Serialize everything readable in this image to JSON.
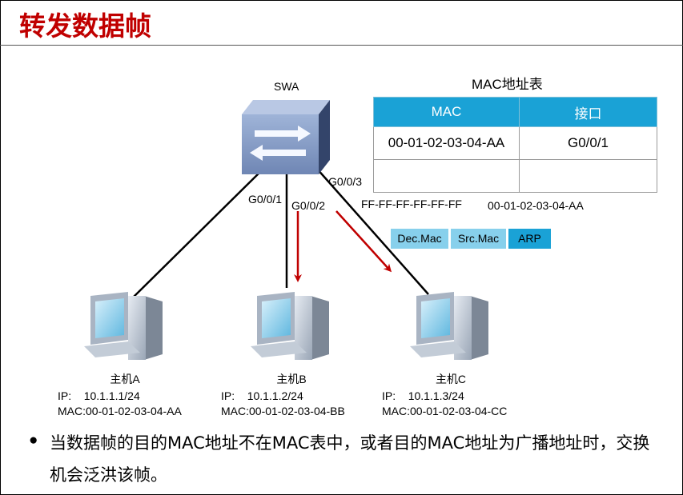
{
  "title": "转发数据帧",
  "switch": {
    "name": "SWA",
    "ports": [
      "G0/0/1",
      "G0/0/2",
      "G0/0/3"
    ]
  },
  "mac_table": {
    "title": "MAC地址表",
    "headers": [
      "MAC",
      "接口"
    ],
    "rows": [
      [
        "00-01-02-03-04-AA",
        "G0/0/1"
      ],
      [
        "",
        ""
      ]
    ]
  },
  "frame": {
    "dst_mac": "FF-FF-FF-FF-FF-FF",
    "src_mac": "00-01-02-03-04-AA",
    "fields": [
      {
        "label": "Dec.Mac",
        "color": "#87d0ec"
      },
      {
        "label": "Src.Mac",
        "color": "#87d0ec"
      },
      {
        "label": "ARP",
        "color": "#1aa2d6"
      }
    ]
  },
  "hosts": [
    {
      "name": "主机A",
      "ip_label": "IP:",
      "ip": "10.1.1.1/24",
      "mac_label": "MAC:",
      "mac": "00-01-02-03-04-AA"
    },
    {
      "name": "主机B",
      "ip_label": "IP:",
      "ip": "10.1.1.2/24",
      "mac_label": "MAC:",
      "mac": "00-01-02-03-04-BB"
    },
    {
      "name": "主机C",
      "ip_label": "IP:",
      "ip": "10.1.1.3/24",
      "mac_label": "MAC:",
      "mac": "00-01-02-03-04-CC"
    }
  ],
  "note": "当数据帧的目的MAC地址不在MAC表中，或者目的MAC地址为广播地址时，交换机会泛洪该帧。",
  "colors": {
    "title": "#c00000",
    "arrow": "#c00000",
    "table_header": "#1aa2d6"
  }
}
